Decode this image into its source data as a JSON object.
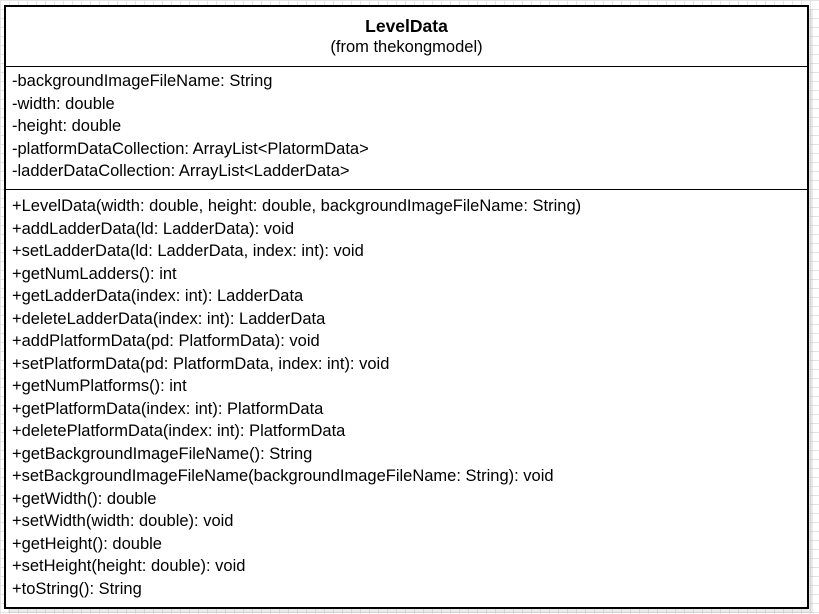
{
  "class": {
    "name": "LevelData",
    "stereotype": "(from thekongmodel)",
    "attributes": [
      "-backgroundImageFileName: String",
      "-width: double",
      "-height: double",
      "-platformDataCollection: ArrayList<PlatormData>",
      "-ladderDataCollection: ArrayList<LadderData>"
    ],
    "operations": [
      "+LevelData(width: double, height: double, backgroundImageFileName: String)",
      "+addLadderData(ld: LadderData): void",
      "+setLadderData(ld: LadderData, index: int): void",
      "+getNumLadders(): int",
      "+getLadderData(index: int): LadderData",
      "+deleteLadderData(index: int): LadderData",
      "+addPlatformData(pd: PlatformData): void",
      "+setPlatformData(pd: PlatformData, index: int): void",
      "+getNumPlatforms(): int",
      "+getPlatformData(index: int): PlatformData",
      "+deletePlatformData(index: int): PlatformData",
      "+getBackgroundImageFileName(): String",
      "+setBackgroundImageFileName(backgroundImageFileName: String): void",
      "+getWidth(): double",
      "+setWidth(width: double): void",
      "+getHeight(): double",
      "+setHeight(height: double): void",
      "+toString(): String"
    ]
  }
}
